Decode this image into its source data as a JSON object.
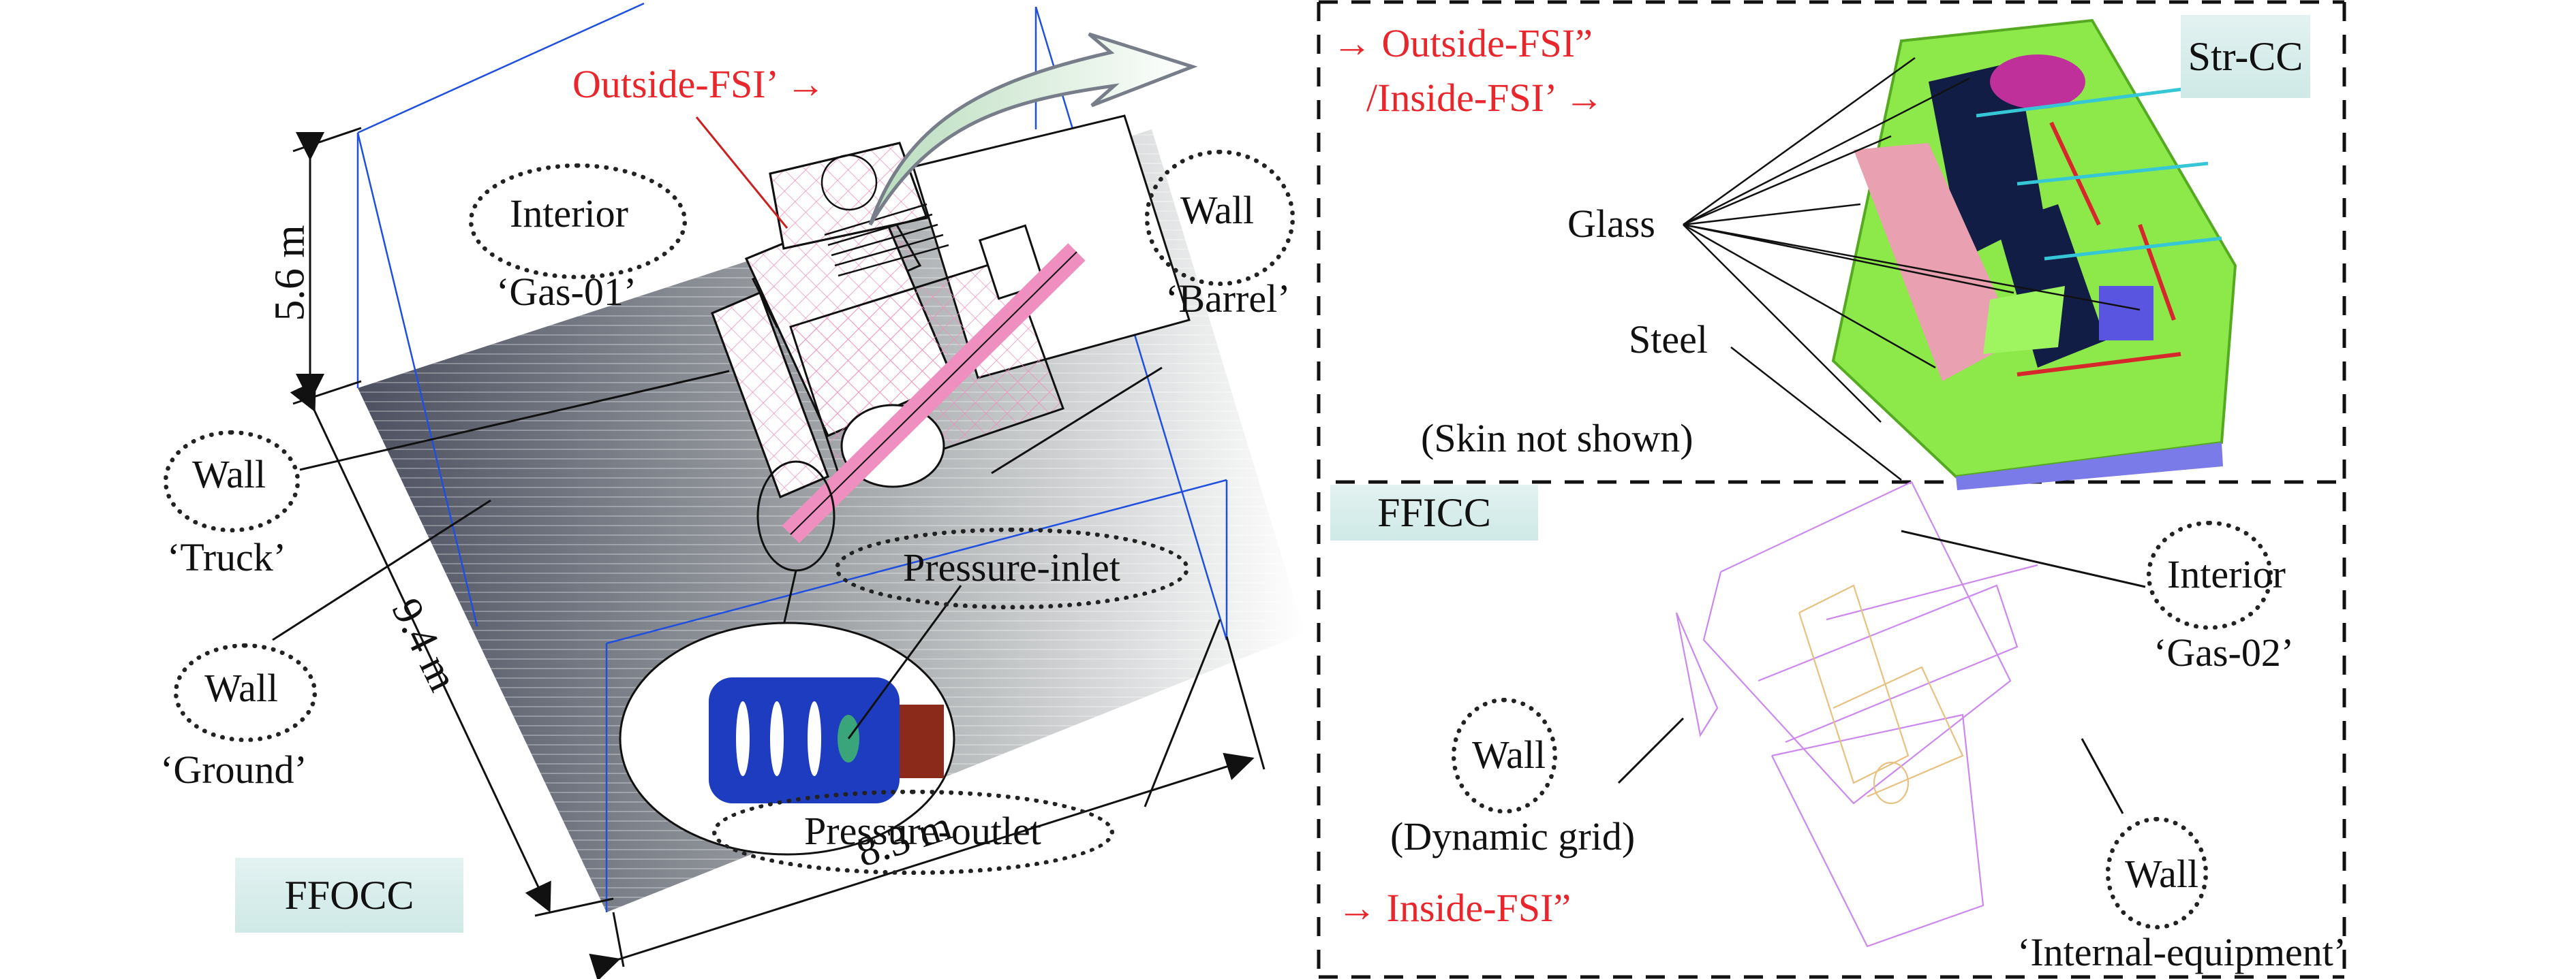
{
  "figure": {
    "left_panel": {
      "badge": "FFOCC",
      "dimensions": {
        "height": "5.6 m",
        "depth": "9.4 m",
        "width": "8.3 m"
      },
      "fsi_label": "Outside-FSI’",
      "boundaries": [
        {
          "type": "Interior",
          "name": "‘Gas-01’"
        },
        {
          "type": "Wall",
          "name": "‘Barrel’"
        },
        {
          "type": "Wall",
          "name": "‘Truck’"
        },
        {
          "type": "Wall",
          "name": "‘Ground’"
        },
        {
          "type": "Pressure-inlet",
          "name": ""
        },
        {
          "type": "Pressure-outlet",
          "name": ""
        }
      ]
    },
    "top_right_panel": {
      "badge": "Str-CC",
      "fsi_label_1": "Outside-FSI”",
      "fsi_label_2": "/Inside-FSI’",
      "materials": [
        "Glass",
        "Steel"
      ],
      "note": "(Skin not shown)"
    },
    "bottom_right_panel": {
      "badge": "FFICC",
      "fsi_label": "Inside-FSI”",
      "boundaries": [
        {
          "type": "Interior",
          "name": "‘Gas-02’"
        },
        {
          "type": "Wall",
          "name": "(Dynamic grid)"
        },
        {
          "type": "Wall",
          "name": "‘Internal-equipment’"
        }
      ]
    },
    "colors": {
      "fsi_red": "#e8262b",
      "domain_blue": "#1f4fe0",
      "badge_teal": "#d6ecea",
      "mesh_pink": "#e8a0c8",
      "wire_magenta": "#cc88ee",
      "wire_orange": "#e8c080"
    },
    "arrow_glyph": "→"
  }
}
